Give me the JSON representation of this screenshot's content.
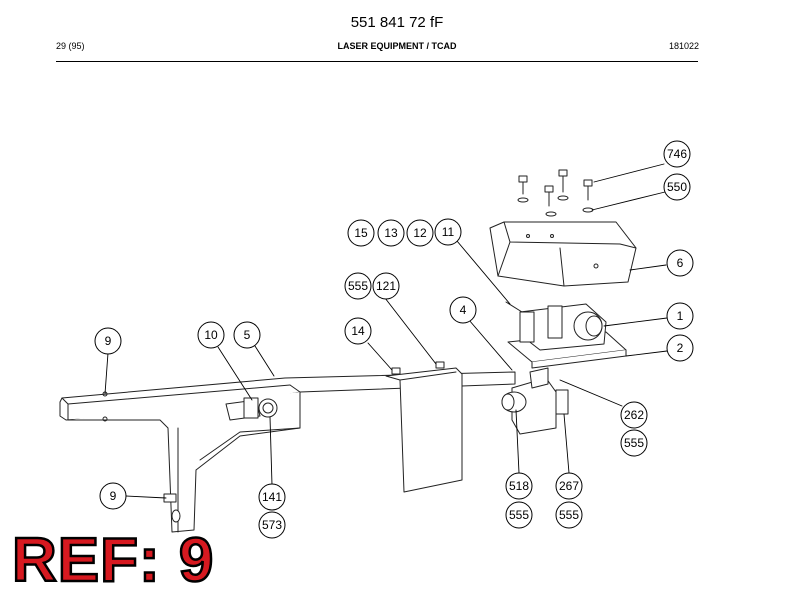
{
  "header": {
    "document_title": "551 841 72 fF",
    "page": "29 (95)",
    "section": "LASER EQUIPMENT / TCAD",
    "code": "181022"
  },
  "diagram": {
    "callouts": [
      "746",
      "550",
      "6",
      "15",
      "13",
      "12",
      "11",
      "555",
      "121",
      "4",
      "1",
      "2",
      "9",
      "10",
      "5",
      "14",
      "262",
      "555",
      "518",
      "267",
      "555",
      "555",
      "9",
      "141",
      "573"
    ]
  },
  "reference_label": "REF: 9"
}
